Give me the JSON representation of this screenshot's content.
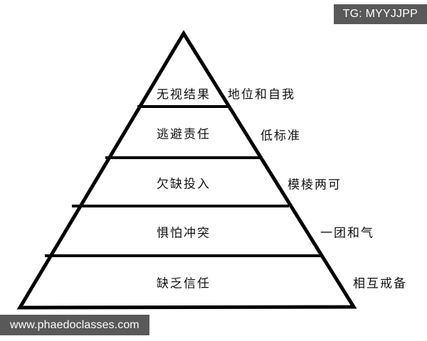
{
  "diagram": {
    "type": "pyramid",
    "title": "",
    "background_color": "#ffffff",
    "stroke_color": "#000000",
    "tier_count": 5,
    "tiers": [
      {
        "index": 0,
        "inner_label": "无视结果",
        "outer_label": "地位和自我"
      },
      {
        "index": 1,
        "inner_label": "逃避责任",
        "outer_label": "低标准"
      },
      {
        "index": 2,
        "inner_label": "欠缺投入",
        "outer_label": "模棱两可"
      },
      {
        "index": 3,
        "inner_label": "惧怕冲突",
        "outer_label": "一团和气"
      },
      {
        "index": 4,
        "inner_label": "缺乏信任",
        "outer_label": "相互戒备"
      }
    ]
  },
  "overlays": {
    "tg_badge": {
      "text": "TG: MYYJJPP",
      "background_color": "#595959",
      "text_color": "#ffffff"
    },
    "watermark": {
      "text": "www.phaedoclasses.com",
      "background_color": "#595959",
      "text_color": "#ffffff"
    }
  }
}
